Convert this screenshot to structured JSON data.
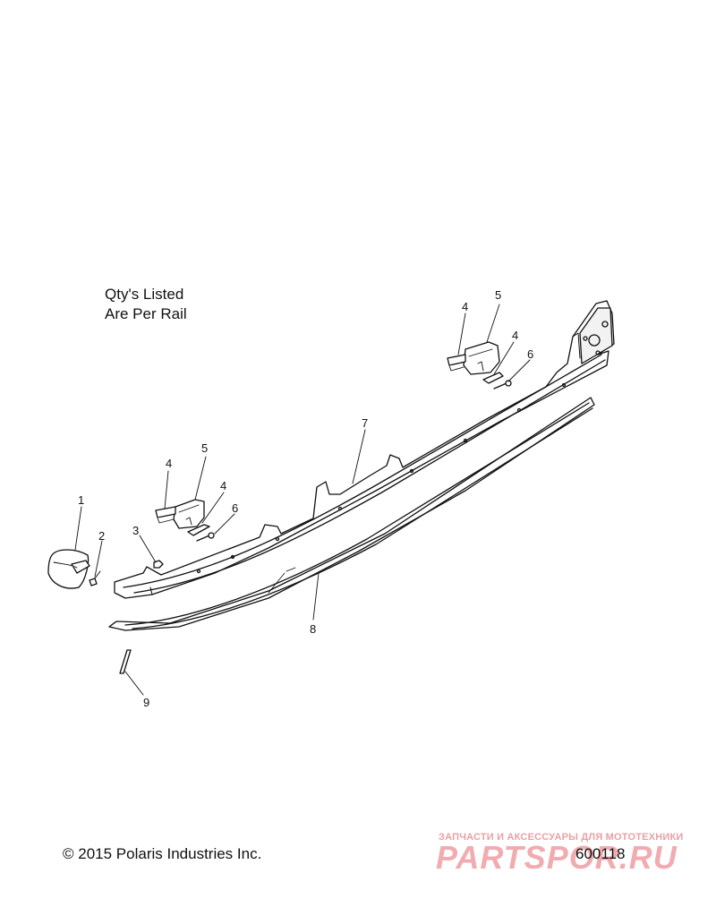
{
  "note": {
    "line1": "Qty's Listed",
    "line2": "Are Per Rail"
  },
  "callouts": [
    "1",
    "2",
    "3",
    "4",
    "4",
    "4",
    "4",
    "5",
    "5",
    "6",
    "6",
    "7",
    "8",
    "9"
  ],
  "footer": {
    "copyright": "© 2015 Polaris Industries Inc.",
    "drawing_number": "600118"
  },
  "watermark": {
    "caption": "ЗАПЧАСТИ И АКСЕССУАРЫ ДЛЯ МОТОТЕХНИКИ",
    "logo": "PARTSPOR.RU"
  },
  "colors": {
    "ink": "#111111",
    "background": "#ffffff",
    "watermark": "#de4650"
  }
}
